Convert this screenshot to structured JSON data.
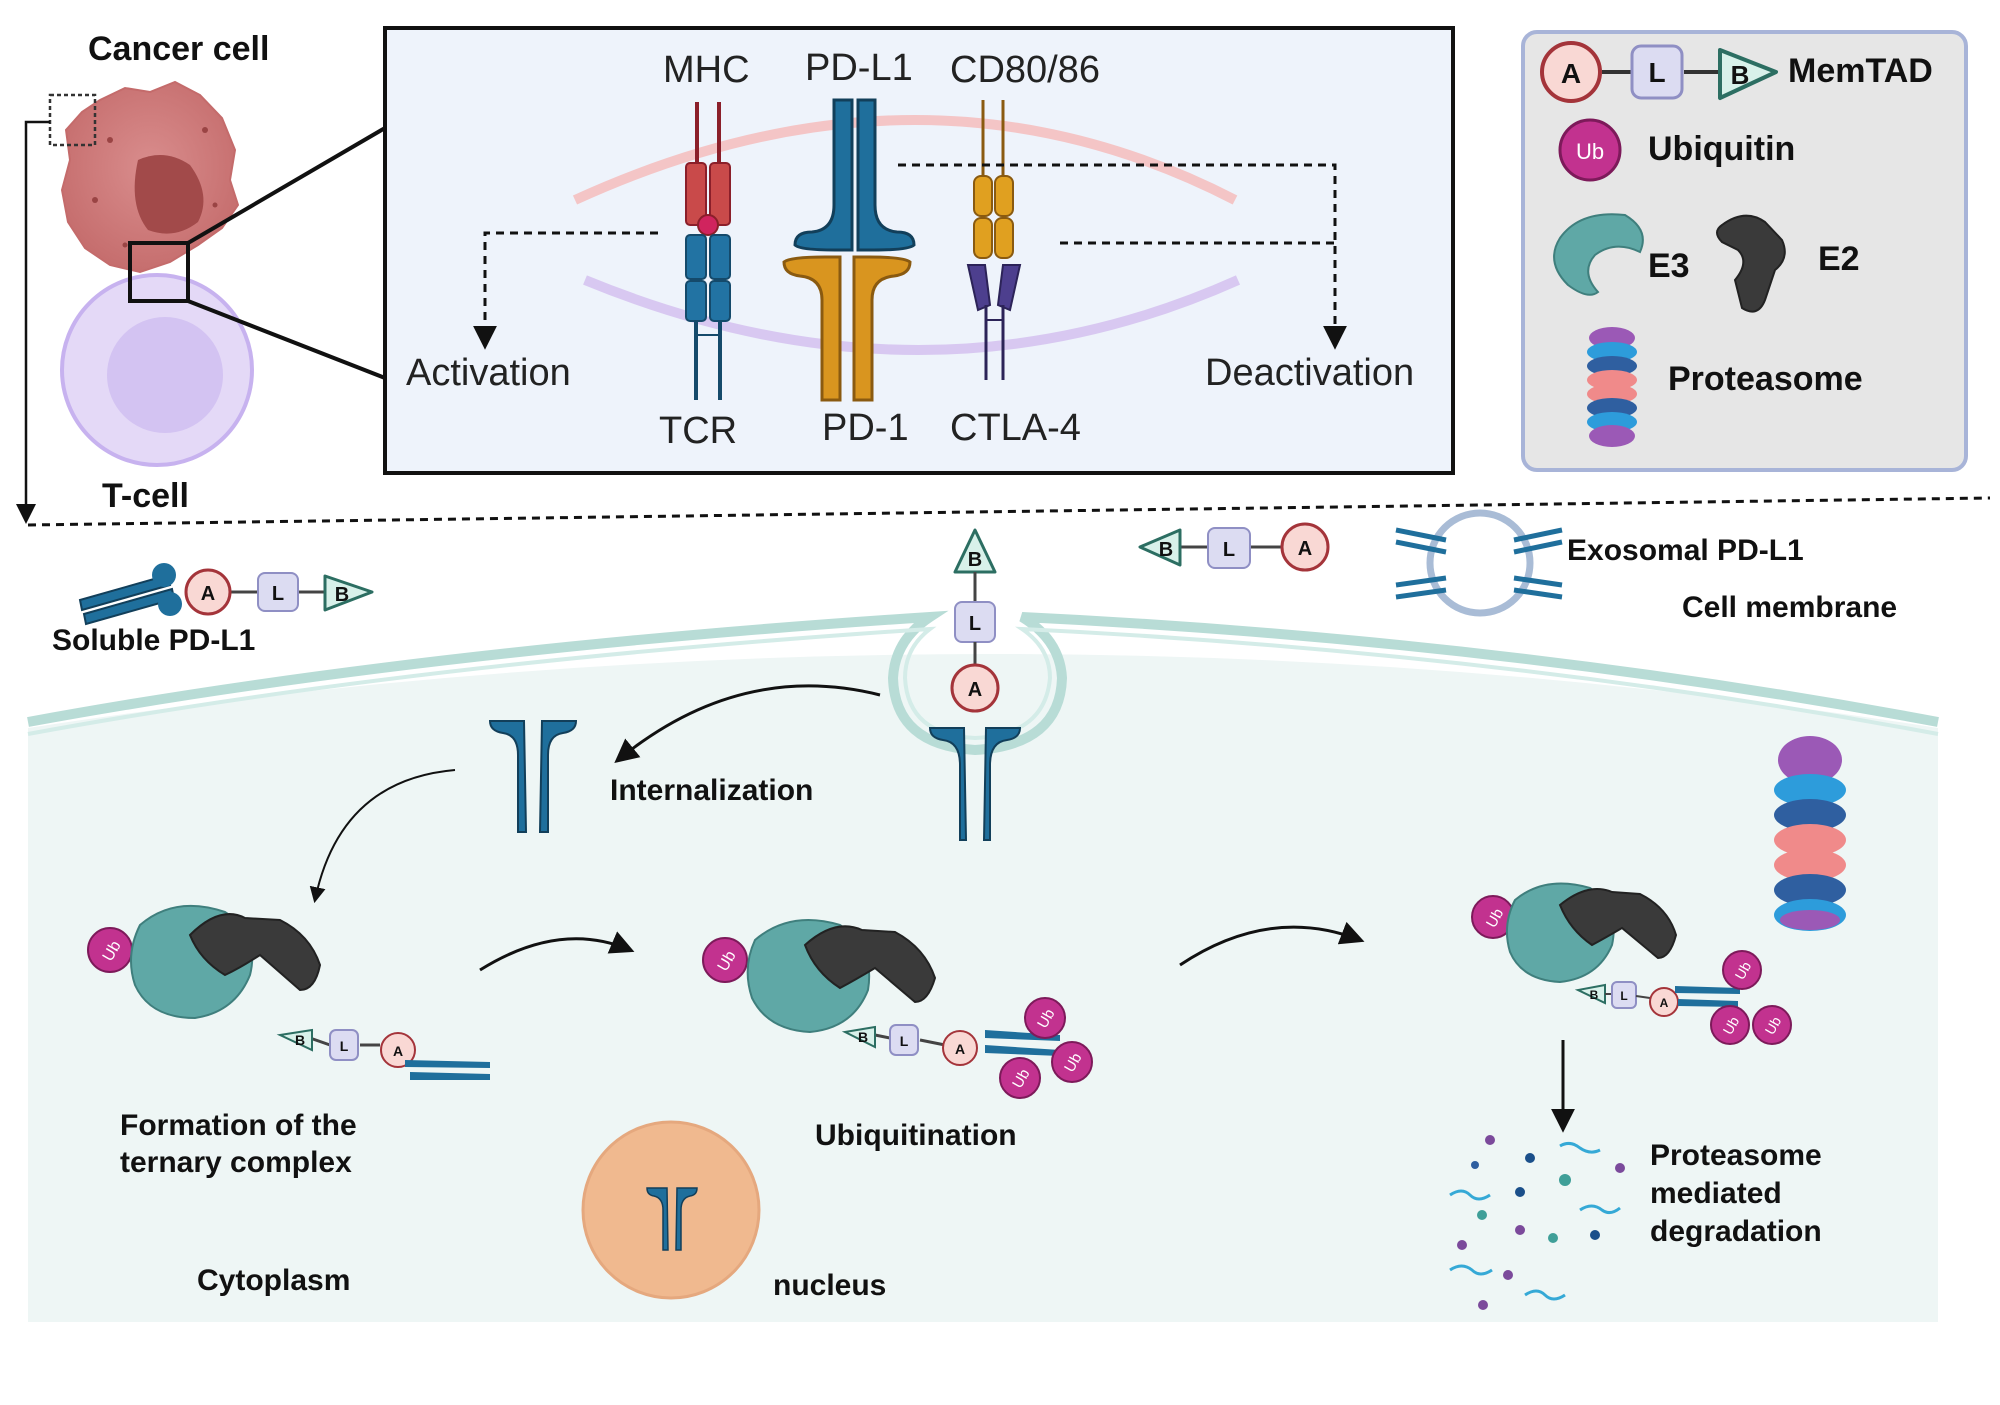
{
  "cells": {
    "cancer_cell": "Cancer cell",
    "t_cell": "T-cell"
  },
  "synapse": {
    "mhc": "MHC",
    "pd_l1": "PD-L1",
    "cd80_86": "CD80/86",
    "tcr": "TCR",
    "pd_1": "PD-1",
    "ctla_4": "CTLA-4",
    "activation": "Activation",
    "deactivation": "Deactivation"
  },
  "legend": {
    "a": "A",
    "l": "L",
    "b": "B",
    "memtad": "MemTAD",
    "ub": "Ub",
    "ubiquitin": "Ubiquitin",
    "e3": "E3",
    "e2": "E2",
    "proteasome": "Proteasome"
  },
  "mechanism": {
    "soluble_pdl1": "Soluble PD-L1",
    "exosomal_pdl1": "Exosomal PD-L1",
    "cell_membrane": "Cell membrane",
    "internalization": "Internalization",
    "ternary_complex_line1": "Formation of the",
    "ternary_complex_line2": "ternary complex",
    "ubiquitination": "Ubiquitination",
    "degradation_line1": "Proteasome",
    "degradation_line2": "mediated",
    "degradation_line3": "degradation",
    "cytoplasm": "Cytoplasm",
    "nucleus": "nucleus"
  },
  "colors": {
    "pdl1_blue": "#1f6f9c",
    "pd1_gold": "#d9951f",
    "ub_magenta": "#c2328f",
    "e3_teal": "#5fa8a6",
    "e2_dark": "#3a3a3a",
    "panel_bg": "#eef3fb",
    "cytoplasm_bg": "#eef6f5",
    "nucleus": "#f0b98f"
  }
}
